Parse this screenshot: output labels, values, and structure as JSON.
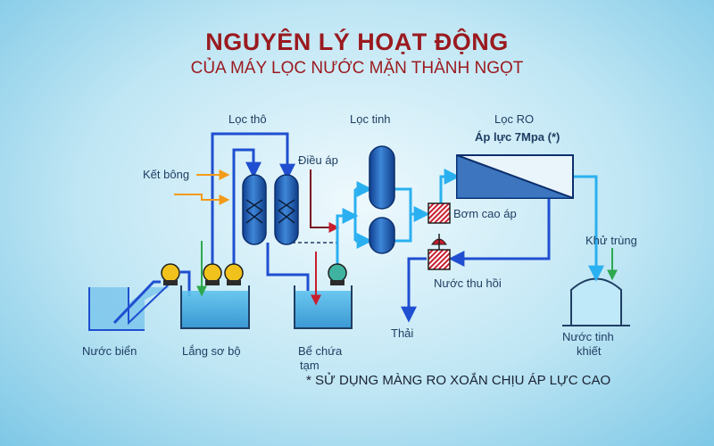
{
  "header": {
    "title": "NGUYÊN LÝ HOẠT ĐỘNG",
    "subtitle": "CỦA MÁY LỌC NƯỚC MẶN THÀNH NGỌT"
  },
  "labels": {
    "coarse_filter": "Lọc thô",
    "coagulant": "Kết bông",
    "pressure_regulator": "Điều áp",
    "fine_filter": "Lọc tinh",
    "ro_filter": "Lọc RO",
    "ro_pressure": "Áp lực 7Mpa (*)",
    "high_pressure_pump": "Bơm cao áp",
    "recovered_water": "Nước thu hồi",
    "disinfection": "Khử trùng",
    "discharge": "Thải",
    "seawater": "Nước biển",
    "pre_settling": "Lắng sơ bộ",
    "temp_tank_line1": "Bể chứa",
    "temp_tank_line2": "tạm",
    "pure_water_line1": "Nước tinh",
    "pure_water_line2": "khiết"
  },
  "footnote": "* SỬ DỤNG MÀNG RO XOẮN CHỊU ÁP LỰC CAO",
  "colors": {
    "title": "#9a1a1f",
    "pipe_main": "#1f4fd0",
    "pipe_light": "#2ab0f0",
    "pipe_orange": "#f39a1a",
    "pipe_red": "#c81e2e",
    "pipe_green": "#2ea84e",
    "pump": "#f2c21c",
    "filter_vessel": "#1f5fb4"
  }
}
